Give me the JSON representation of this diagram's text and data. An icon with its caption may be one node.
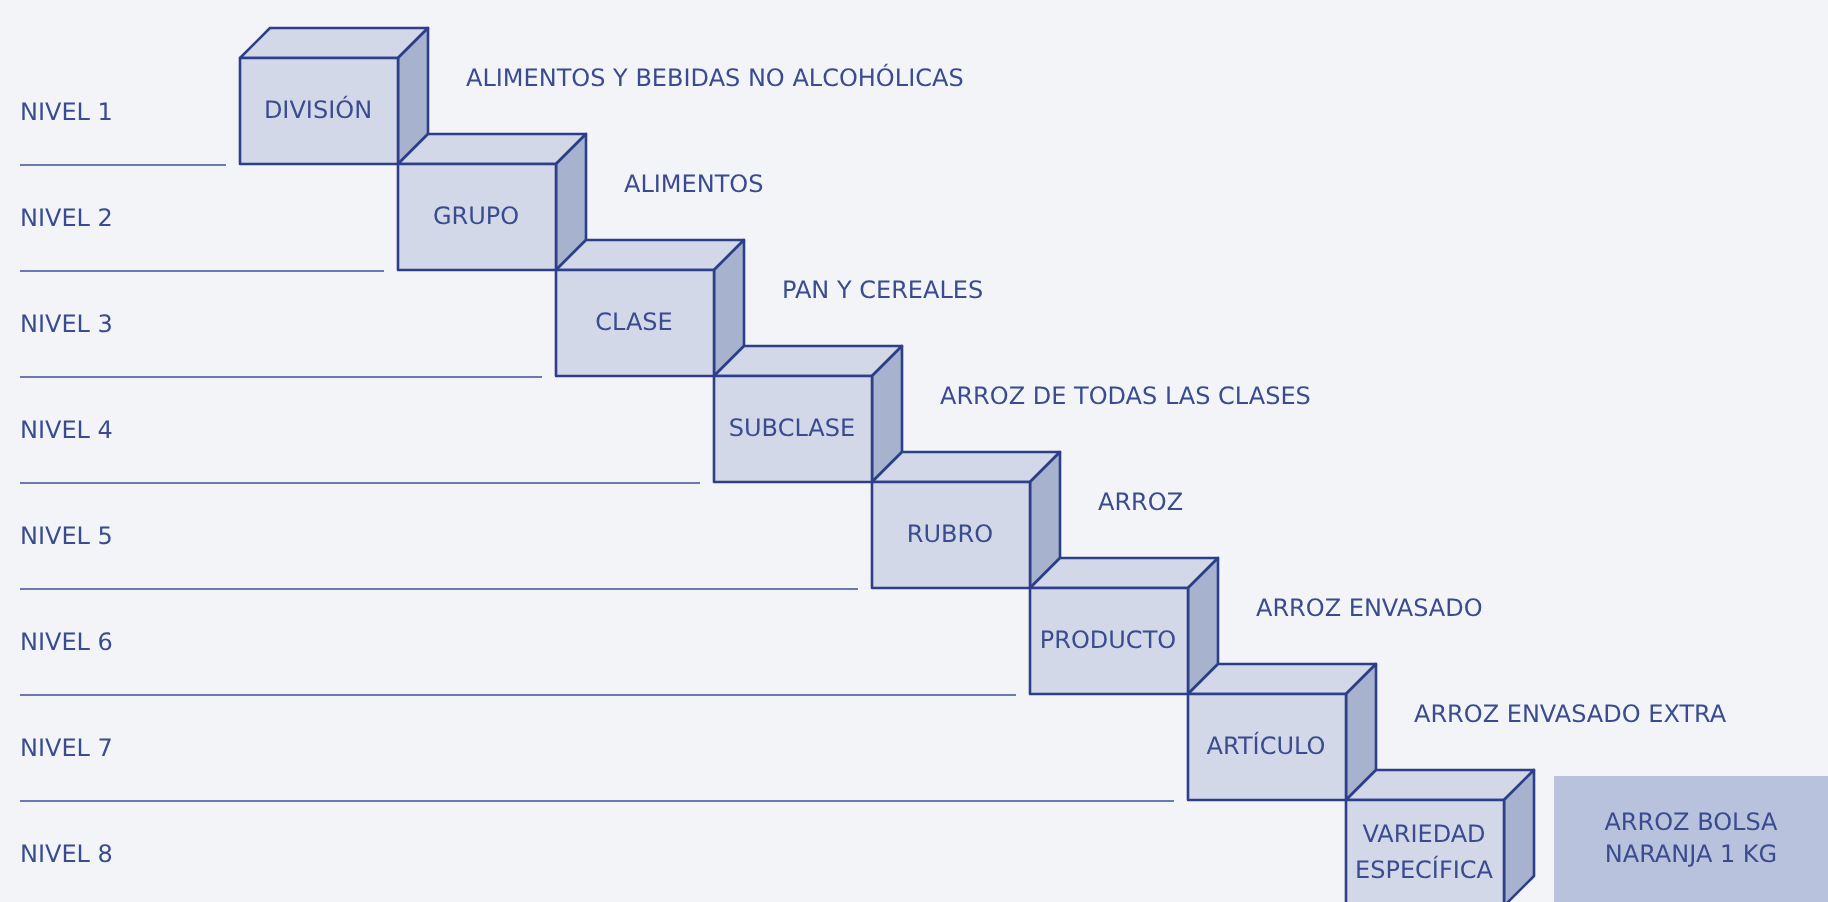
{
  "diagram": {
    "nodes": [
      {
        "text": [
          "DIVISIÓN"
        ],
        "beside": [
          "ALIMENTOS Y BEBIDAS NO ALCOHÓLICAS"
        ]
      },
      {
        "text": [
          "GRUPO"
        ],
        "beside": [
          "ALIMENTOS"
        ]
      },
      {
        "text": [
          "CLASE"
        ],
        "beside": [
          "PAN Y CEREALES"
        ]
      },
      {
        "text": [
          "SUBCLASE"
        ],
        "beside": [
          "ARROZ DE TODAS LAS CLASES"
        ]
      },
      {
        "text": [
          "RUBRO"
        ],
        "beside": [
          "ARROZ"
        ]
      },
      {
        "text": [
          "PRODUCTO"
        ],
        "beside": [
          "ARROZ ENVASADO"
        ]
      },
      {
        "text": [
          "ARTÍCULO"
        ],
        "beside": [
          "ARROZ ENVASADO EXTRA"
        ]
      },
      {
        "text": [
          "VARIEDAD ESPECÍFICA"
        ]
      },
      {
        "text": [
          "ARROZ BOLSA NARANJA 1 KG"
        ]
      }
    ],
    "labels": [
      "NIVEL 1",
      "NIVEL 2",
      "NIVEL 3",
      "NIVEL 4",
      "NIVEL 5",
      "NIVEL 6",
      "NIVEL 7",
      "NIVEL 8"
    ]
  }
}
